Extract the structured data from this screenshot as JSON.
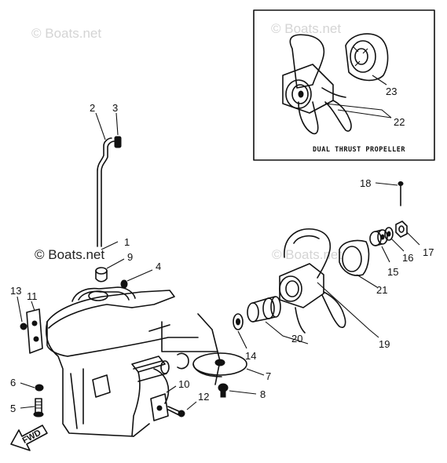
{
  "watermarks": {
    "top_left": "© Boats.net",
    "top_right": "© Boats.net",
    "middle": "© Boats.net",
    "middle_right": "© Boats.net"
  },
  "inset": {
    "caption": "DUAL THRUST PROPELLER"
  },
  "direction_label": "FWD",
  "callouts": {
    "c1": "1",
    "c2": "2",
    "c3": "3",
    "c4": "4",
    "c5": "5",
    "c6": "6",
    "c7": "7",
    "c8": "8",
    "c9": "9",
    "c10": "10",
    "c11": "11",
    "c12": "12",
    "c13": "13",
    "c14": "14",
    "c15": "15",
    "c16": "16",
    "c17": "17",
    "c18": "18",
    "c19": "19",
    "c20": "20",
    "c21": "21",
    "c22": "22",
    "c23": "23"
  }
}
